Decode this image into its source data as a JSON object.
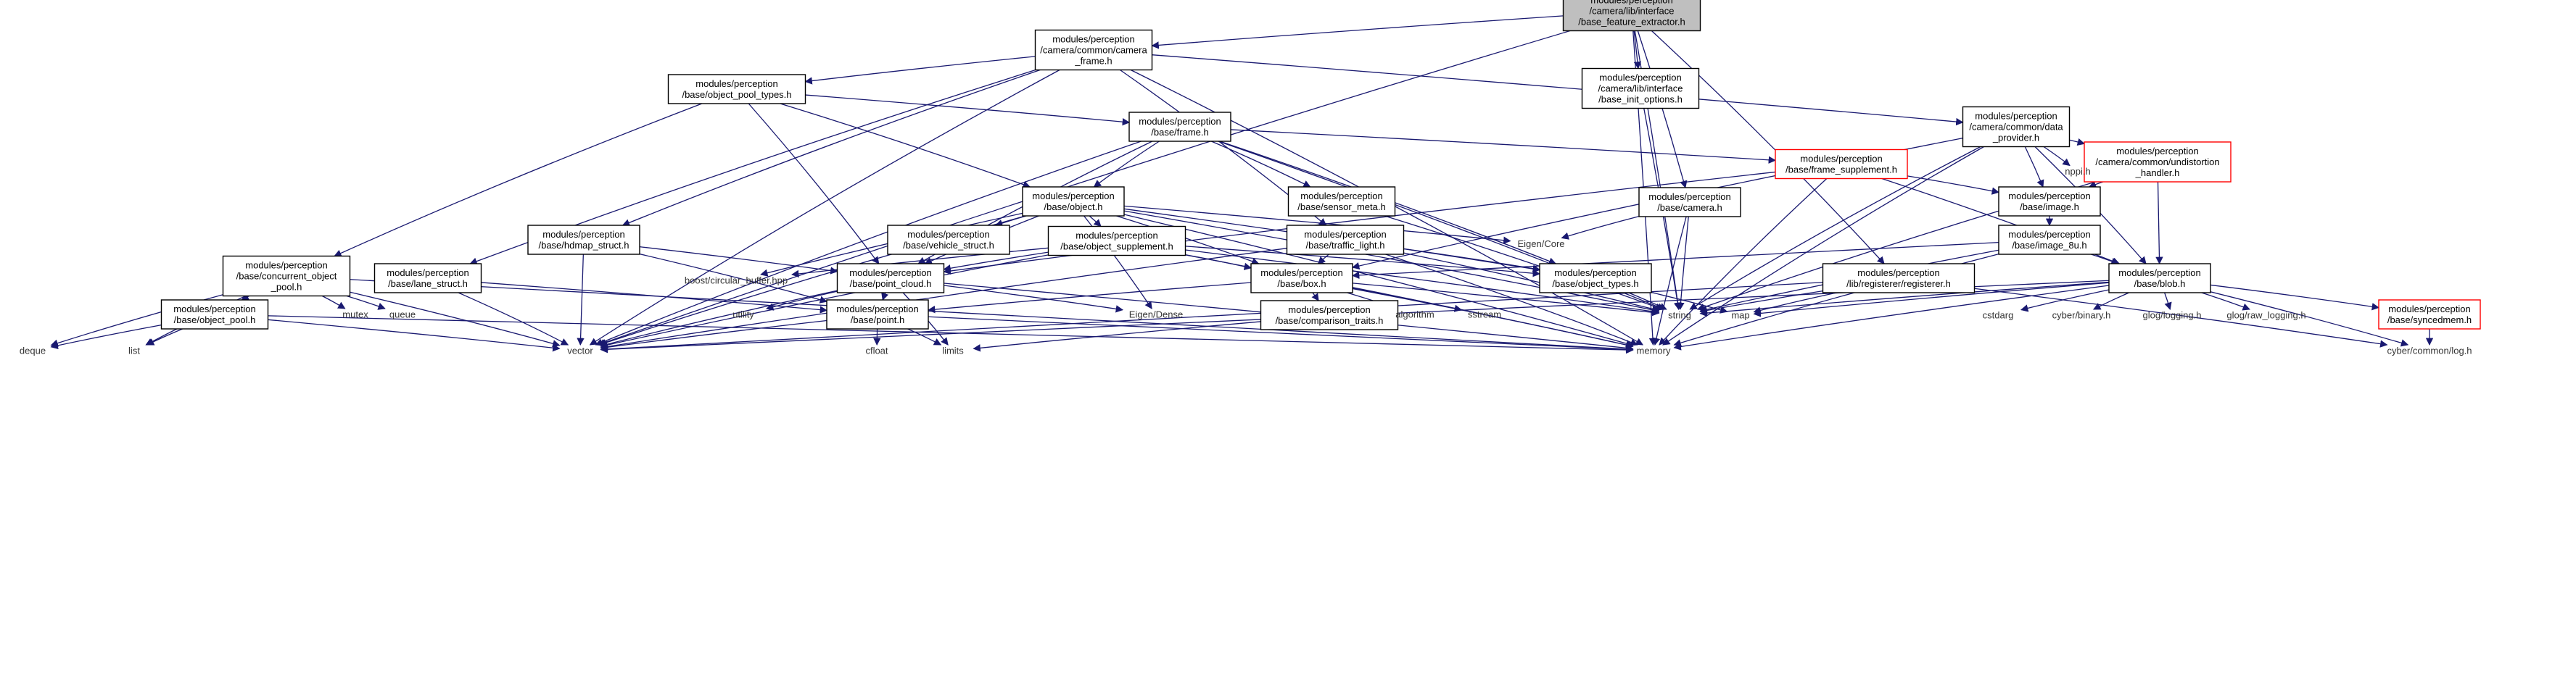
{
  "graph": {
    "root": "N0",
    "nodes": [
      {
        "id": "N0",
        "lines": [
          "modules/perception",
          "/camera/lib/interface",
          "/base_feature_extractor.h"
        ],
        "style": "root"
      },
      {
        "id": "N1",
        "lines": [
          "modules/perception",
          "/camera/common/camera",
          "_frame.h"
        ],
        "style": "box"
      },
      {
        "id": "N2",
        "lines": [
          "modules/perception",
          "/camera/lib/interface",
          "/base_init_options.h"
        ],
        "style": "box"
      },
      {
        "id": "N3",
        "lines": [
          "modules/perception",
          "/base/object_pool_types.h"
        ],
        "style": "box"
      },
      {
        "id": "N4",
        "lines": [
          "modules/perception",
          "/base/frame.h"
        ],
        "style": "box"
      },
      {
        "id": "N5",
        "lines": [
          "modules/perception",
          "/camera/common/data",
          "_provider.h"
        ],
        "style": "box"
      },
      {
        "id": "N6",
        "lines": [
          "modules/perception",
          "/base/frame_supplement.h"
        ],
        "style": "red"
      },
      {
        "id": "N7",
        "lines": [
          "modules/perception",
          "/camera/common/undistortion",
          "_handler.h"
        ],
        "style": "red"
      },
      {
        "id": "N8",
        "lines": [
          "modules/perception",
          "/base/object.h"
        ],
        "style": "box"
      },
      {
        "id": "N9",
        "lines": [
          "modules/perception",
          "/base/sensor_meta.h"
        ],
        "style": "box"
      },
      {
        "id": "N10",
        "lines": [
          "modules/perception",
          "/base/camera.h"
        ],
        "style": "box"
      },
      {
        "id": "N11",
        "lines": [
          "modules/perception",
          "/base/image.h"
        ],
        "style": "box"
      },
      {
        "id": "N12",
        "lines": [
          "modules/perception",
          "/base/hdmap_struct.h"
        ],
        "style": "box"
      },
      {
        "id": "N13",
        "lines": [
          "modules/perception",
          "/base/vehicle_struct.h"
        ],
        "style": "box"
      },
      {
        "id": "N14",
        "lines": [
          "modules/perception",
          "/base/object_supplement.h"
        ],
        "style": "box"
      },
      {
        "id": "N15",
        "lines": [
          "modules/perception",
          "/base/traffic_light.h"
        ],
        "style": "box"
      },
      {
        "id": "N16",
        "lines": [
          "modules/perception",
          "/base/image_8u.h"
        ],
        "style": "box"
      },
      {
        "id": "N17",
        "lines": [
          "modules/perception",
          "/base/concurrent_object",
          "_pool.h"
        ],
        "style": "box"
      },
      {
        "id": "N18",
        "lines": [
          "modules/perception",
          "/base/lane_struct.h"
        ],
        "style": "box"
      },
      {
        "id": "N19",
        "lines": [
          "modules/perception",
          "/base/point_cloud.h"
        ],
        "style": "box"
      },
      {
        "id": "N20",
        "lines": [
          "modules/perception",
          "/base/box.h"
        ],
        "style": "box"
      },
      {
        "id": "N21",
        "lines": [
          "modules/perception",
          "/base/object_types.h"
        ],
        "style": "box"
      },
      {
        "id": "N22",
        "lines": [
          "modules/perception",
          "/lib/registerer/registerer.h"
        ],
        "style": "box"
      },
      {
        "id": "N23",
        "lines": [
          "modules/perception",
          "/base/blob.h"
        ],
        "style": "box"
      },
      {
        "id": "N24",
        "lines": [
          "modules/perception",
          "/base/object_pool.h"
        ],
        "style": "box"
      },
      {
        "id": "N25",
        "lines": [
          "modules/perception",
          "/base/point.h"
        ],
        "style": "box"
      },
      {
        "id": "N26",
        "lines": [
          "modules/perception",
          "/base/comparison_traits.h"
        ],
        "style": "box"
      },
      {
        "id": "N27",
        "lines": [
          "modules/perception",
          "/base/syncedmem.h"
        ],
        "style": "red"
      },
      {
        "id": "L0",
        "lines": [
          "vector"
        ],
        "style": "leaf"
      },
      {
        "id": "L1",
        "lines": [
          "string"
        ],
        "style": "leaf"
      },
      {
        "id": "L2",
        "lines": [
          "memory"
        ],
        "style": "leaf"
      },
      {
        "id": "L3",
        "lines": [
          "nppi.h"
        ],
        "style": "leaf"
      },
      {
        "id": "L4",
        "lines": [
          "Eigen/Core"
        ],
        "style": "leaf"
      },
      {
        "id": "L5",
        "lines": [
          "boost/circular_buffer.hpp"
        ],
        "style": "leaf"
      },
      {
        "id": "L6",
        "lines": [
          "mutex"
        ],
        "style": "leaf"
      },
      {
        "id": "L7",
        "lines": [
          "queue"
        ],
        "style": "leaf"
      },
      {
        "id": "L8",
        "lines": [
          "utility"
        ],
        "style": "leaf"
      },
      {
        "id": "L9",
        "lines": [
          "Eigen/Dense"
        ],
        "style": "leaf"
      },
      {
        "id": "L10",
        "lines": [
          "algorithm"
        ],
        "style": "leaf"
      },
      {
        "id": "L11",
        "lines": [
          "sstream"
        ],
        "style": "leaf"
      },
      {
        "id": "L12",
        "lines": [
          "map"
        ],
        "style": "leaf"
      },
      {
        "id": "L13",
        "lines": [
          "cstdarg"
        ],
        "style": "leaf"
      },
      {
        "id": "L14",
        "lines": [
          "cyber/binary.h"
        ],
        "style": "leaf"
      },
      {
        "id": "L15",
        "lines": [
          "glog/logging.h"
        ],
        "style": "leaf"
      },
      {
        "id": "L16",
        "lines": [
          "glog/raw_logging.h"
        ],
        "style": "leaf"
      },
      {
        "id": "L17",
        "lines": [
          "deque"
        ],
        "style": "leaf"
      },
      {
        "id": "L18",
        "lines": [
          "list"
        ],
        "style": "leaf"
      },
      {
        "id": "L19",
        "lines": [
          "cfloat"
        ],
        "style": "leaf"
      },
      {
        "id": "L20",
        "lines": [
          "limits"
        ],
        "style": "leaf"
      },
      {
        "id": "L21",
        "lines": [
          "cyber/common/log.h"
        ],
        "style": "leaf"
      }
    ],
    "edges": [
      [
        "N0",
        "N1"
      ],
      [
        "N0",
        "N2"
      ],
      [
        "N0",
        "N10"
      ],
      [
        "N0",
        "N22"
      ],
      [
        "N0",
        "L0"
      ],
      [
        "N0",
        "L1"
      ],
      [
        "N0",
        "L2"
      ],
      [
        "N1",
        "N3"
      ],
      [
        "N1",
        "N5"
      ],
      [
        "N1",
        "N12"
      ],
      [
        "N1",
        "N18"
      ],
      [
        "N1",
        "N15"
      ],
      [
        "N1",
        "L0"
      ],
      [
        "N1",
        "L2"
      ],
      [
        "N2",
        "L1"
      ],
      [
        "N3",
        "N4"
      ],
      [
        "N3",
        "N8"
      ],
      [
        "N3",
        "N17"
      ],
      [
        "N3",
        "N19"
      ],
      [
        "N4",
        "N6"
      ],
      [
        "N4",
        "N8"
      ],
      [
        "N4",
        "N9"
      ],
      [
        "N4",
        "N19"
      ],
      [
        "N4",
        "N21"
      ],
      [
        "N4",
        "L0"
      ],
      [
        "N4",
        "L1"
      ],
      [
        "N5",
        "N11"
      ],
      [
        "N5",
        "N7"
      ],
      [
        "N5",
        "N23"
      ],
      [
        "N5",
        "N20"
      ],
      [
        "N5",
        "L3"
      ],
      [
        "N5",
        "L1"
      ],
      [
        "N5",
        "L2"
      ],
      [
        "N6",
        "N11"
      ],
      [
        "N6",
        "N23"
      ],
      [
        "N6",
        "N19"
      ],
      [
        "N6",
        "L2"
      ],
      [
        "N7",
        "N11"
      ],
      [
        "N7",
        "N23"
      ],
      [
        "N7",
        "L1"
      ],
      [
        "N8",
        "N13"
      ],
      [
        "N8",
        "N14"
      ],
      [
        "N8",
        "N20"
      ],
      [
        "N8",
        "N21"
      ],
      [
        "N8",
        "L4"
      ],
      [
        "N8",
        "L5"
      ],
      [
        "N8",
        "N19"
      ],
      [
        "N8",
        "L0"
      ],
      [
        "N8",
        "L1"
      ],
      [
        "N8",
        "L2"
      ],
      [
        "N8",
        "L9"
      ],
      [
        "N9",
        "L1"
      ],
      [
        "N10",
        "L4"
      ],
      [
        "N10",
        "L1"
      ],
      [
        "N10",
        "L2"
      ],
      [
        "N11",
        "N16"
      ],
      [
        "N12",
        "N19"
      ],
      [
        "N12",
        "N25"
      ],
      [
        "N12",
        "L0"
      ],
      [
        "N14",
        "N19"
      ],
      [
        "N14",
        "N20"
      ],
      [
        "N14",
        "N21"
      ],
      [
        "N14",
        "L5"
      ],
      [
        "N14",
        "L0"
      ],
      [
        "N14",
        "L1"
      ],
      [
        "N14",
        "L2"
      ],
      [
        "N15",
        "N20"
      ],
      [
        "N15",
        "N21"
      ],
      [
        "N15",
        "L0"
      ],
      [
        "N15",
        "L1"
      ],
      [
        "N15",
        "L2"
      ],
      [
        "N16",
        "N20"
      ],
      [
        "N16",
        "N23"
      ],
      [
        "N16",
        "L1"
      ],
      [
        "N16",
        "L2"
      ],
      [
        "N17",
        "N24"
      ],
      [
        "N17",
        "L6"
      ],
      [
        "N17",
        "L7"
      ],
      [
        "N17",
        "L17"
      ],
      [
        "N17",
        "L18"
      ],
      [
        "N17",
        "L0"
      ],
      [
        "N17",
        "L2"
      ],
      [
        "N18",
        "N25"
      ],
      [
        "N18",
        "L0"
      ],
      [
        "N19",
        "N25"
      ],
      [
        "N19",
        "L8"
      ],
      [
        "N19",
        "L9"
      ],
      [
        "N19",
        "L0"
      ],
      [
        "N19",
        "L20"
      ],
      [
        "N19",
        "L2"
      ],
      [
        "N20",
        "N25"
      ],
      [
        "N20",
        "N26"
      ],
      [
        "N20",
        "L10"
      ],
      [
        "N20",
        "L11"
      ],
      [
        "N20",
        "L1"
      ],
      [
        "N20",
        "L2"
      ],
      [
        "N21",
        "L1"
      ],
      [
        "N21",
        "L12"
      ],
      [
        "N22",
        "L12"
      ],
      [
        "N22",
        "L1"
      ],
      [
        "N22",
        "L0"
      ],
      [
        "N22",
        "L21"
      ],
      [
        "N23",
        "N27"
      ],
      [
        "N23",
        "L13"
      ],
      [
        "N23",
        "L14"
      ],
      [
        "N23",
        "L15"
      ],
      [
        "N23",
        "L16"
      ],
      [
        "N23",
        "L12"
      ],
      [
        "N23",
        "L1"
      ],
      [
        "N23",
        "L0"
      ],
      [
        "N23",
        "L2"
      ],
      [
        "N23",
        "L21"
      ],
      [
        "N24",
        "L17"
      ],
      [
        "N24",
        "L18"
      ],
      [
        "N24",
        "L0"
      ],
      [
        "N24",
        "L2"
      ],
      [
        "N25",
        "L19"
      ],
      [
        "N25",
        "L20"
      ],
      [
        "N25",
        "L0"
      ],
      [
        "N25",
        "L2"
      ],
      [
        "N26",
        "L20"
      ],
      [
        "N27",
        "L21"
      ]
    ]
  }
}
